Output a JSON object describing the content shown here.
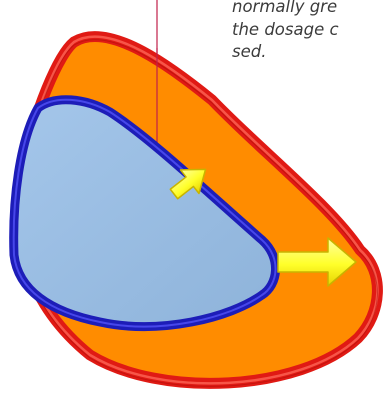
{
  "caption": {
    "lines": [
      "normally gre",
      "the dosage c",
      "sed."
    ]
  },
  "colors": {
    "background": "#ffffff",
    "outer_fill": "#ff8c00",
    "outer_outline": "#e01a14",
    "inner_fill": "#93b8df",
    "inner_outline": "#1d1db8",
    "arrow_fill": "#ffff2a",
    "arrow_edge": "#c8b400",
    "leader_line": "#c0204a",
    "caption_text": "#3c3c3c"
  },
  "icons": {
    "arrows": [
      "arrow-up-right-icon",
      "arrow-right-icon"
    ]
  }
}
